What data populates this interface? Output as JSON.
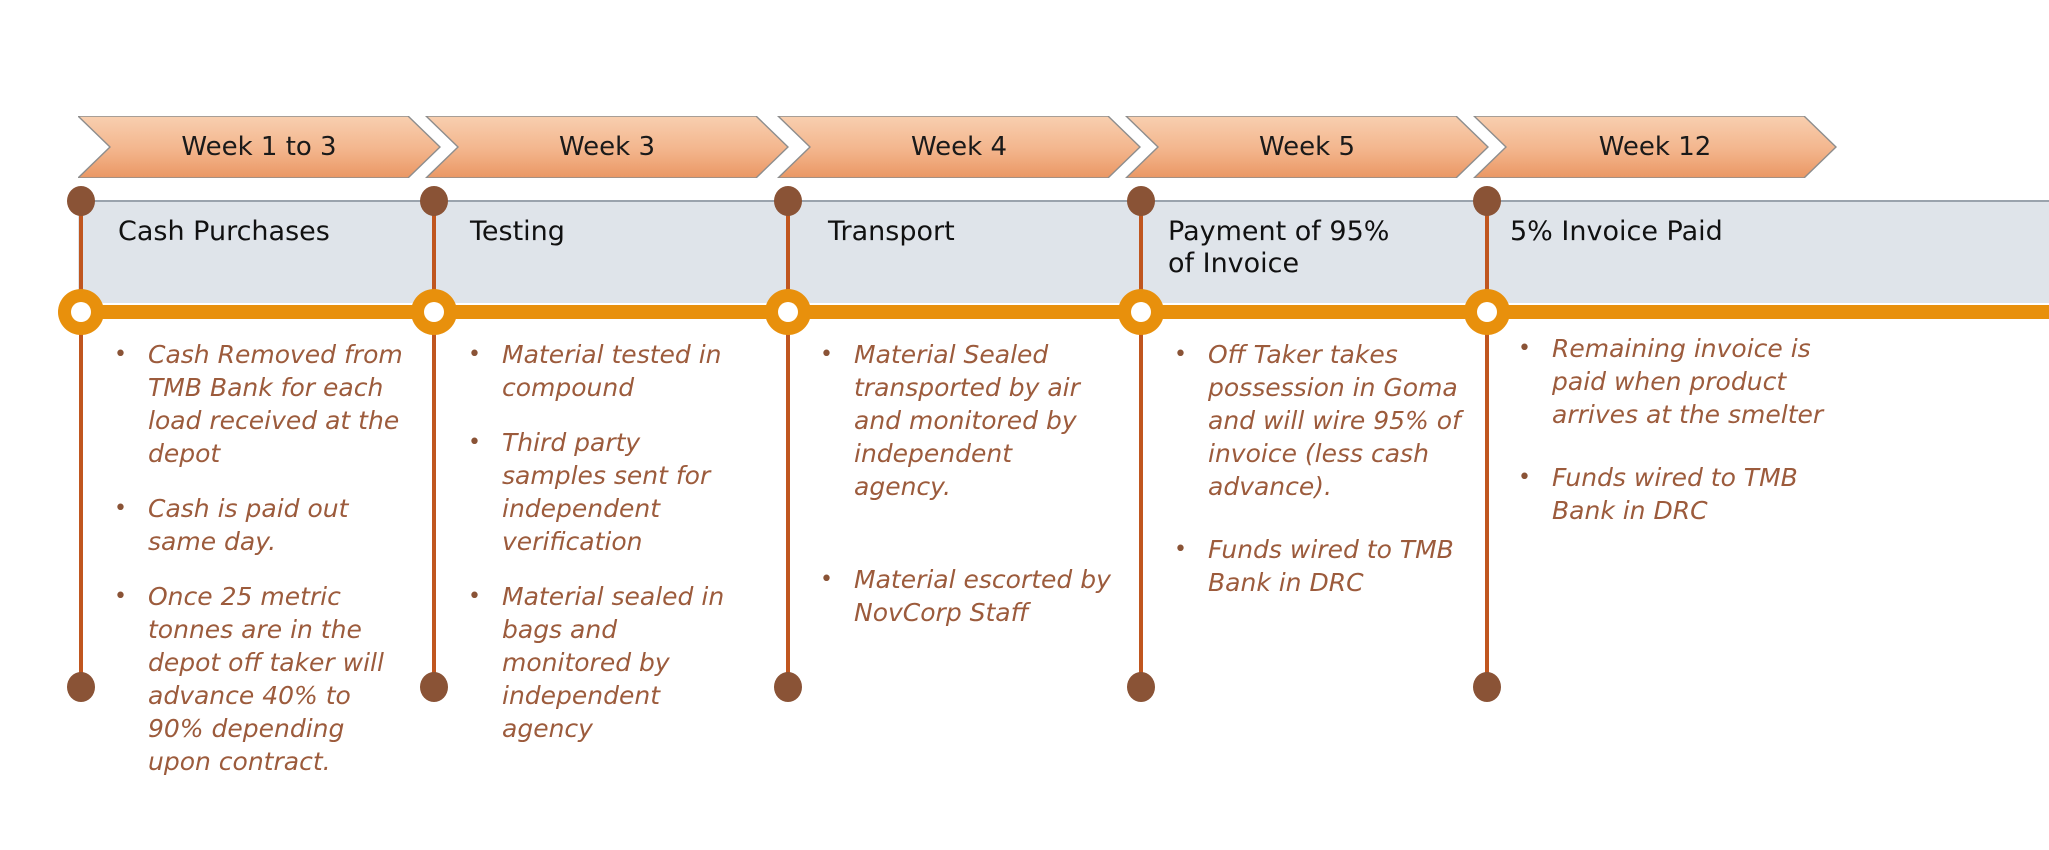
{
  "diagram": {
    "type": "process-timeline",
    "colors": {
      "chevron_fill_light": "#f7c9a8",
      "chevron_fill_dark": "#ec9c6a",
      "chevron_stroke": "#8a8a8a",
      "band_fill": "#dfe4ea",
      "band_stroke": "#9aa3ad",
      "spine": "#e8900c",
      "connector": "#c0561f",
      "dot": "#8a5336",
      "bullet_text": "#9c5b3c",
      "heading_text": "#111111"
    },
    "phases": [
      {
        "week_label": "Week 1 to 3",
        "heading": "Cash Purchases",
        "bullets": [
          "Cash Removed from TMB Bank for each load received at the depot",
          "Cash is paid out same day.",
          "Once 25 metric tonnes are in the depot off taker will advance 40% to 90% depending upon contract."
        ]
      },
      {
        "week_label": "Week 3",
        "heading": "Testing",
        "bullets": [
          "Material tested in compound",
          "Third party samples sent for independent verification",
          "Material sealed in bags and monitored by independent agency"
        ]
      },
      {
        "week_label": "Week 4",
        "heading": "Transport",
        "bullets": [
          "Material  Sealed transported by air and monitored by independent agency.",
          "Material escorted by NovCorp Staff"
        ]
      },
      {
        "week_label": "Week 5",
        "heading": "Payment of 95% of Invoice",
        "bullets": [
          "Off Taker takes possession in Goma and will wire 95% of invoice (less cash advance).",
          "Funds wired to TMB Bank in DRC"
        ]
      },
      {
        "week_label": "Week 12",
        "heading": "5% Invoice Paid",
        "bullets": [
          "Remaining invoice is paid when product arrives at the smelter",
          "Funds wired to TMB Bank in DRC"
        ]
      }
    ],
    "bullet_glyph": "•"
  }
}
